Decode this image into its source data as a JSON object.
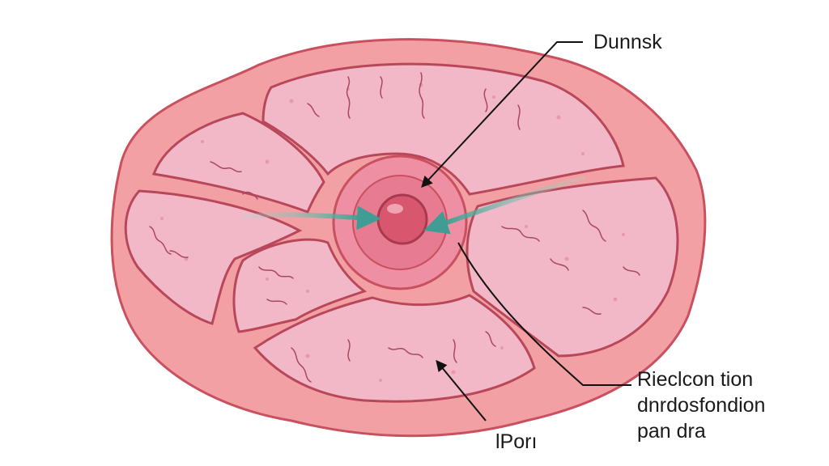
{
  "labels": {
    "top": "Dunnsk",
    "bottom": "lPorı",
    "right": [
      "Rieclcon tion",
      "dnrdosfondion",
      "pan dra"
    ]
  },
  "colors": {
    "outer_ring": "#f2a0a3",
    "outline": "#c9505e",
    "segment_fill": "#f3b8c8",
    "center_ring": "#e67b92",
    "center_nucleus": "#d9576e",
    "arrow_teal": "#3f9d95",
    "pointer": "#111111"
  },
  "icons": {
    "arrow_left": "teal-arrow-icon",
    "arrow_right": "teal-arrow-icon"
  }
}
